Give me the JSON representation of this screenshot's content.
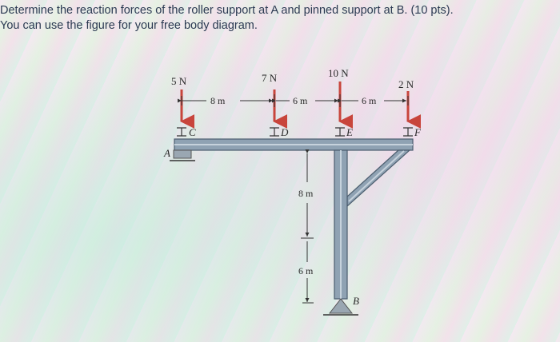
{
  "question": {
    "line1": "Determine the reaction forces of the roller support at A and pinned support at B. (10 pts).",
    "line2": "You can use the figure for your free body diagram."
  },
  "figure": {
    "loads": [
      {
        "id": "load-5n",
        "label": "5 N",
        "point": "C"
      },
      {
        "id": "load-7n",
        "label": "7 N",
        "point": "D"
      },
      {
        "id": "load-10n",
        "label": "10 N",
        "point": "E"
      },
      {
        "id": "load-2n",
        "label": "2 N",
        "point": "F"
      }
    ],
    "spans": [
      {
        "id": "span-cd",
        "label": "8 m"
      },
      {
        "id": "span-de",
        "label": "6 m"
      },
      {
        "id": "span-ef",
        "label": "6 m"
      }
    ],
    "vertical_dims": [
      {
        "id": "vdim-upper",
        "label": "8 m"
      },
      {
        "id": "vdim-lower",
        "label": "6 m"
      }
    ],
    "points": {
      "A": "A",
      "B": "B",
      "C": "C",
      "D": "D",
      "E": "E",
      "F": "F"
    },
    "colors": {
      "load_arrow": "#c8453c",
      "beam": "#8fa2b3",
      "beam_dark": "#4b5d6e"
    }
  }
}
